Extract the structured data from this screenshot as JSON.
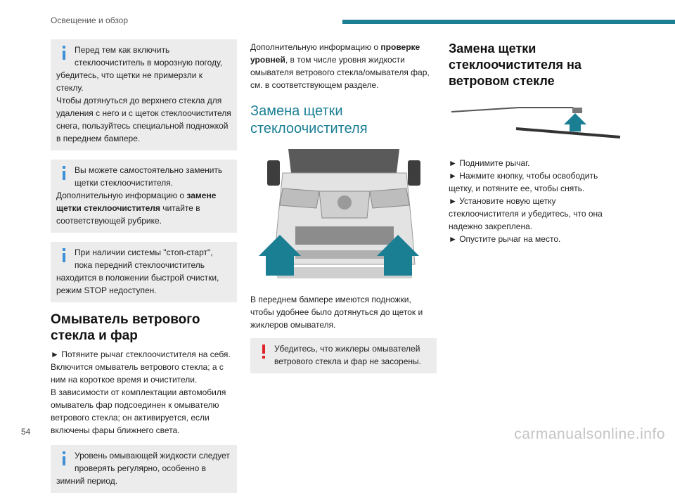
{
  "header": {
    "section_title": "Освещение и обзор"
  },
  "col1": {
    "note1": {
      "line": "Перед тем как включить стеклоочиститель в морозную погоду, убедитесь, что щетки не примерзли к стеклу.",
      "para": "Чтобы дотянуться до верхнего стекла для удаления с него и с щеток стеклоочистителя снега, пользуйтесь специальной подножкой в переднем бампере."
    },
    "note2": {
      "line": "Вы можете самостоятельно заменить щетки стеклоочистителя.",
      "pre": "Дополнительную информацию о ",
      "bold": "замене щетки стеклоочистителя",
      "post": " читайте в соответствующей рубрике."
    },
    "note3": {
      "line": "При наличии системы \"стоп-старт\", пока передний стеклоочиститель находится в положении быстрой очистки, режим STOP недоступен."
    },
    "heading": "Омыватель ветрового стекла и фар",
    "step1": "► Потяните рычаг стеклоочистителя на себя.",
    "para1": "Включится омыватель ветрового стекла; а с ним на короткое время и очистители.",
    "para2": "В зависимости от комплектации автомобиля омыватель фар подсоединен к омывателю ветрового стекла; он активируется, если включены фары ближнего света.",
    "note4": {
      "line": "Уровень омывающей жидкости следует проверять регулярно, особенно в зимний период."
    }
  },
  "col2": {
    "intro_pre": "Дополнительную информацию о ",
    "intro_bold": "проверке уровней",
    "intro_post": ", в том числе уровня жидкости омывателя ветрового стекла/омывателя фар, см. в соответствующем разделе.",
    "heading": "Замена щетки стеклоочистителя",
    "para": "В переднем бампере имеются подножки, чтобы удобнее было дотянуться до щеток и жиклеров омывателя.",
    "warning": "Убедитесь, что жиклеры омывателей ветрового стекла и фар не засорены."
  },
  "col3": {
    "heading": "Замена щетки стеклоочистителя на ветровом стекле",
    "steps": [
      "► Поднимите рычаг.",
      "► Нажмите кнопку, чтобы освободить щетку, и потяните ее, чтобы снять.",
      "► Установите новую щетку стеклоочистителя и убедитесь, что она надежно закреплена.",
      "► Опустите рычаг на место."
    ]
  },
  "footer": {
    "page_number": "54",
    "watermark": "carmanualsonline.info"
  },
  "colors": {
    "accent": "#1b7f94",
    "info": "#3f8fd6",
    "warning": "#e0222b",
    "note_bg": "#ececec"
  }
}
